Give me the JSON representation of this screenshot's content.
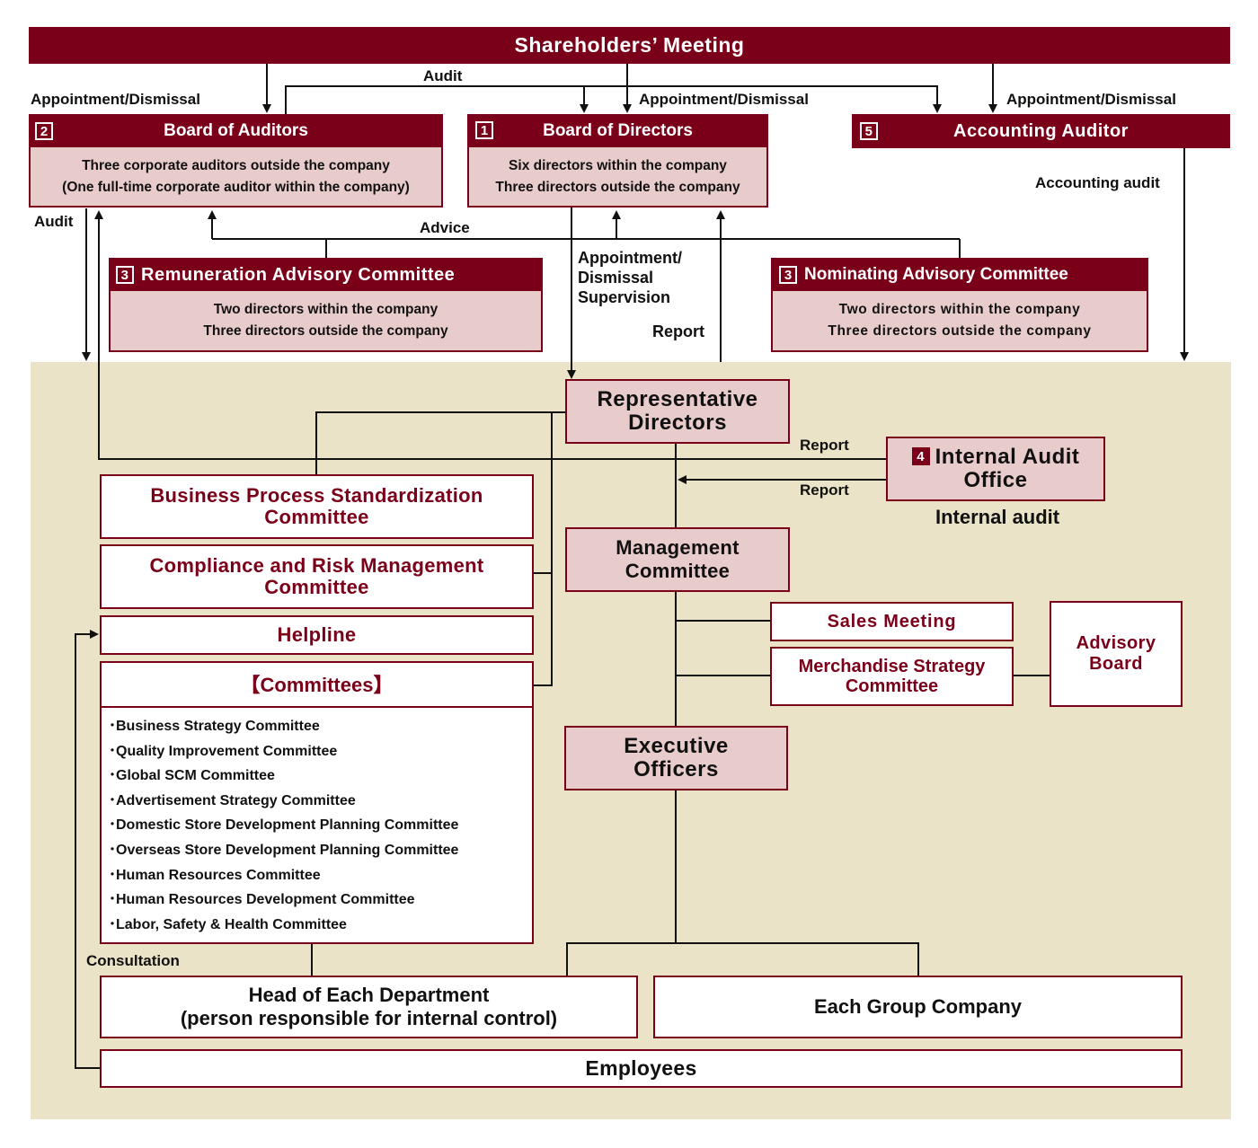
{
  "shareholders": "Shareholders’ Meeting",
  "labels": {
    "audit_top": "Audit",
    "appt_left": "Appointment/Dismissal",
    "appt_mid": "Appointment/Dismissal",
    "appt_right": "Appointment/Dismissal",
    "audit_left": "Audit",
    "advice": "Advice",
    "appt_supervision_1": "Appointment/",
    "appt_supervision_2": "Dismissal",
    "appt_supervision_3": "Supervision",
    "report_mid": "Report",
    "accounting_audit": "Accounting audit",
    "report_1": "Report",
    "report_2": "Report",
    "internal_audit": "Internal audit",
    "consultation": "Consultation"
  },
  "auditors": {
    "num": "2",
    "title": "Board of Auditors",
    "line1": "Three corporate auditors outside the company",
    "line2": "(One full-time corporate auditor within the company)"
  },
  "directors": {
    "num": "1",
    "title": "Board of Directors",
    "line1": "Six directors within the company",
    "line2": "Three directors outside the company"
  },
  "accounting": {
    "num": "5",
    "title": "Accounting Auditor"
  },
  "remuneration": {
    "num": "3",
    "title": "Remuneration Advisory Committee",
    "line1": "Two directors within the company",
    "line2": "Three directors outside the company"
  },
  "nominating": {
    "num": "3",
    "title": "Nominating Advisory Committee",
    "line1": "Two directors within the company",
    "line2": "Three directors outside the company"
  },
  "rep_directors": {
    "line1": "Representative",
    "line2": "Directors"
  },
  "internal_audit_office": {
    "num": "4",
    "line1": "Internal Audit",
    "line2": "Office"
  },
  "bps": {
    "line1": "Business Process Standardization",
    "line2": "Committee"
  },
  "compliance": {
    "line1": "Compliance and Risk Management",
    "line2": "Committee"
  },
  "helpline": "Helpline",
  "committees": {
    "title": "【Committees】",
    "items": [
      "･Business Strategy Committee",
      "･Quality Improvement Committee",
      "･Global SCM Committee",
      "･Advertisement Strategy Committee",
      "･Domestic Store Development Planning Committee",
      "･Overseas Store Development Planning Committee",
      "･Human Resources Committee",
      "･Human Resources Development Committee",
      "･Labor, Safety & Health Committee"
    ]
  },
  "management": {
    "line1": "Management",
    "line2": "Committee"
  },
  "sales_meeting": "Sales Meeting",
  "merch": {
    "line1": "Merchandise Strategy",
    "line2": "Committee"
  },
  "advisory_board": {
    "line1": "Advisory",
    "line2": "Board"
  },
  "executive": {
    "line1": "Executive",
    "line2": "Officers"
  },
  "head_dept": {
    "line1": "Head of Each Department",
    "line2": "(person responsible for internal control)"
  },
  "group_company": "Each Group Company",
  "employees": "Employees",
  "colors": {
    "maroon": "#7a0019",
    "pink": "#e8cccb",
    "beige": "#eae3c8"
  }
}
